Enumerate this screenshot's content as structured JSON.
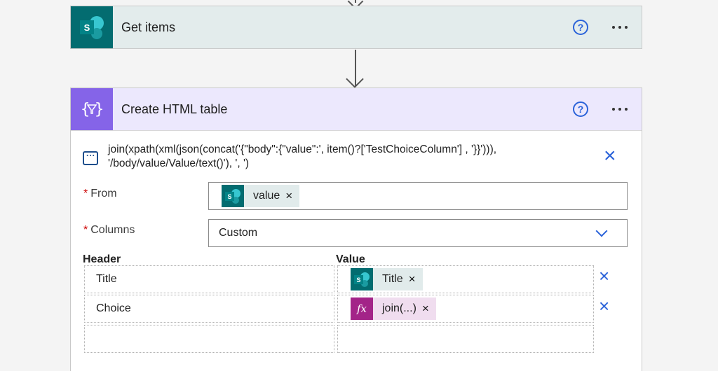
{
  "flow": {
    "get_items": {
      "title": "Get items",
      "help_label": "?"
    },
    "create_html_table": {
      "title": "Create HTML table",
      "help_label": "?",
      "comment": "join(xpath(xml(json(concat('{\"body\":{\"value\":', item()?['TestChoiceColumn'] , '}}'))), '/body/value/Value/text()'), ', ')",
      "from": {
        "label": "From",
        "required_mark": "*",
        "token_label": "value",
        "token_icon_letter": "S"
      },
      "columns": {
        "label": "Columns",
        "required_mark": "*",
        "selected_value": "Custom"
      },
      "table": {
        "header_label": "Header",
        "value_label": "Value",
        "rows": [
          {
            "header": "Title",
            "value_token": "Title",
            "token_type": "sharepoint"
          },
          {
            "header": "Choice",
            "value_token": "join(...)",
            "token_type": "expression"
          }
        ]
      }
    }
  },
  "icons": {
    "sharepoint": "sharepoint-icon",
    "data_operation": "data-operation-icon",
    "fx_glyph": "fx",
    "remove": "×"
  },
  "colors": {
    "sharepoint_teal": "#036c70",
    "data_operation_purple": "#8564e8",
    "accent_blue": "#2b63d9",
    "expression_magenta": "#a32488"
  }
}
